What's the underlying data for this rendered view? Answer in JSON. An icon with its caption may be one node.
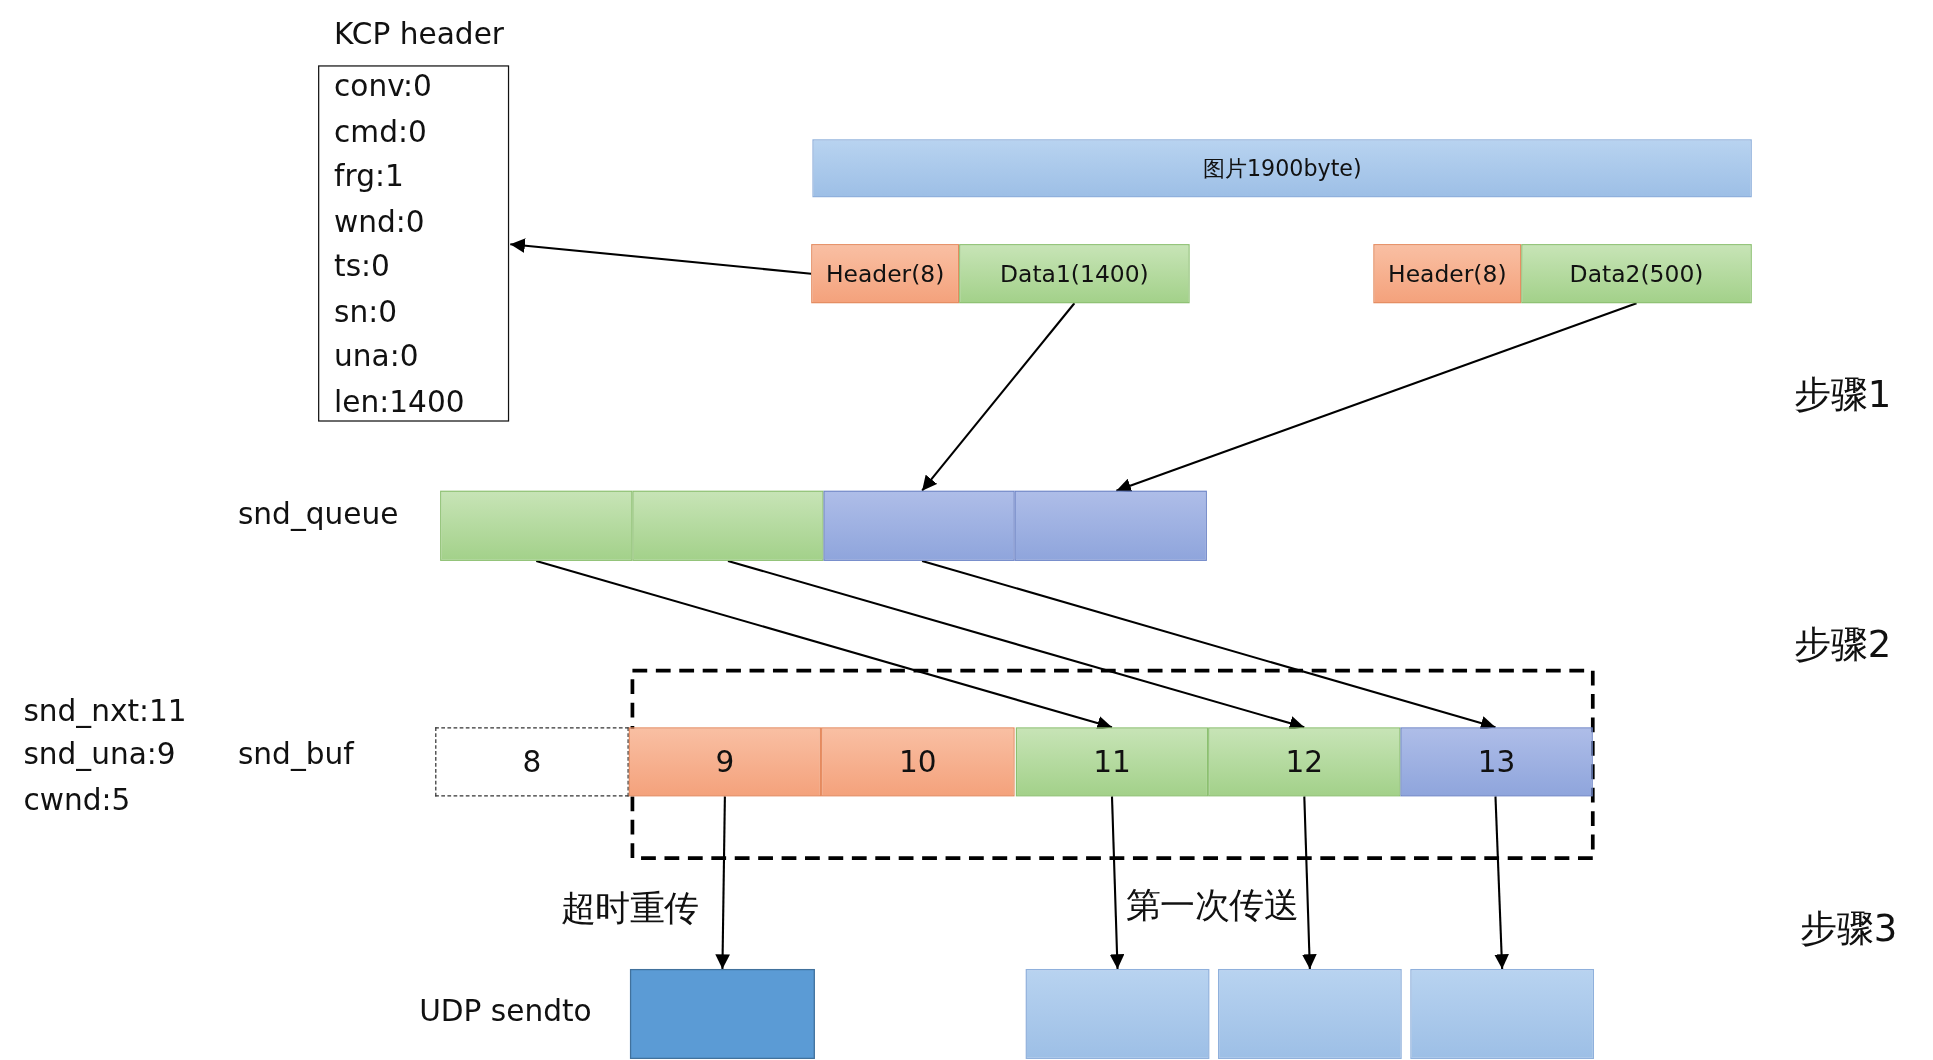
{
  "diagram": {
    "nodes": [
      {
        "text": [
          "KCP header",
          "conv:0",
          "cmd:0",
          "frg:1",
          "wnd:0",
          "ts:0",
          "sn:0",
          "una:0",
          "len:1400"
        ]
      },
      {
        "text": [
          "图片1900byte)"
        ]
      },
      {
        "text": [
          "Header(8)"
        ]
      },
      {
        "text": [
          "Data1(1400)"
        ]
      },
      {
        "text": [
          "Header(8)"
        ]
      },
      {
        "text": [
          "Data2(500)"
        ]
      },
      {
        "text": [],
        "shape": "box"
      },
      {
        "text": [],
        "shape": "box"
      },
      {
        "text": [],
        "shape": "box"
      },
      {
        "text": [],
        "shape": "box"
      },
      {
        "text": [
          "8"
        ]
      },
      {
        "text": [
          "9"
        ]
      },
      {
        "text": [
          "10"
        ]
      },
      {
        "text": [
          "11"
        ]
      },
      {
        "text": [
          "12"
        ]
      },
      {
        "text": [
          "13"
        ]
      },
      {
        "text": [],
        "shape": "box"
      },
      {
        "text": [],
        "shape": "box"
      },
      {
        "text": [],
        "shape": "box"
      },
      {
        "text": [],
        "shape": "box"
      }
    ],
    "edges": [
      {
        "from": 2,
        "to": 0,
        "arrow": "to"
      },
      {
        "from": 3,
        "to": 8,
        "arrow": "to"
      },
      {
        "from": 5,
        "to": 9,
        "arrow": "to"
      },
      {
        "from": 6,
        "to": 13,
        "arrow": "to"
      },
      {
        "from": 7,
        "to": 14,
        "arrow": "to"
      },
      {
        "from": 8,
        "to": 15,
        "arrow": "to"
      },
      {
        "from": 11,
        "to": 16,
        "arrow": "to",
        "label": "超时重传"
      },
      {
        "from": 13,
        "to": 17,
        "arrow": "to"
      },
      {
        "from": 14,
        "to": 18,
        "arrow": "to"
      },
      {
        "from": 15,
        "to": 19,
        "arrow": "to"
      }
    ],
    "labels": [
      "步骤1",
      "snd_queue",
      "步骤2",
      "snd_nxt:11",
      "snd_una:9",
      "cwnd:5",
      "snd_buf",
      "第一次传送",
      "步骤3",
      "UDP sendto"
    ]
  }
}
